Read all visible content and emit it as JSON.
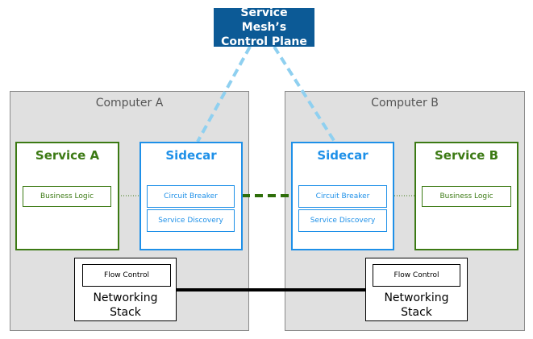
{
  "control_plane": {
    "label": "Service Mesh’s Control Plane"
  },
  "computers": [
    {
      "title": "Computer A",
      "service": {
        "title": "Service A",
        "component": "Business Logic"
      },
      "sidecar": {
        "title": "Sidecar",
        "components": [
          "Circuit Breaker",
          "Service Discovery"
        ]
      },
      "network": {
        "component": "Flow Control",
        "title_line1": "Networking",
        "title_line2": "Stack"
      }
    },
    {
      "title": "Computer B",
      "service": {
        "title": "Service B",
        "component": "Business Logic"
      },
      "sidecar": {
        "title": "Sidecar",
        "components": [
          "Circuit Breaker",
          "Service Discovery"
        ]
      },
      "network": {
        "component": "Flow Control",
        "title_line1": "Networking",
        "title_line2": "Stack"
      }
    }
  ],
  "colors": {
    "control_plane": "#0c5a96",
    "service": "#3c7a14",
    "sidecar": "#1e90e8",
    "control_link": "#8fd0f0",
    "computer_bg": "#e0e0e0"
  }
}
